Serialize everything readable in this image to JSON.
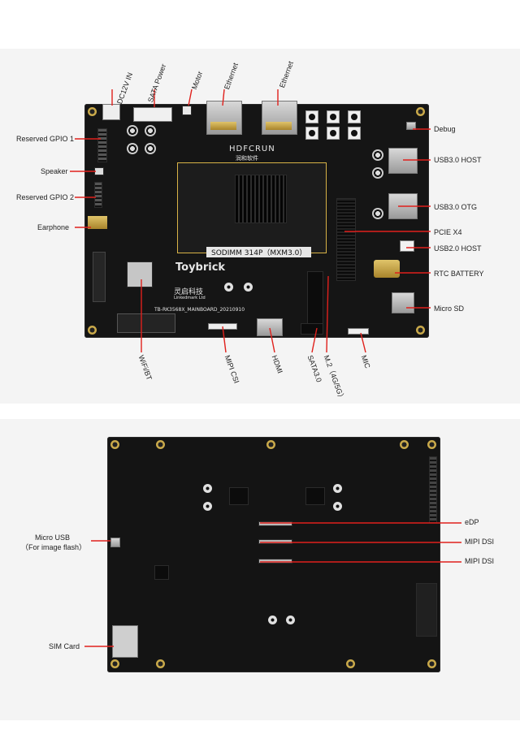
{
  "top_board": {
    "labels_left": [
      "Reserved GPIO 1",
      "Speaker",
      "Reserved GPIO 2",
      "Earphone"
    ],
    "labels_top": [
      "DC12V IN",
      "SATA Power",
      "Motor",
      "Ethernet",
      "Ethernet"
    ],
    "labels_right": [
      "Debug",
      "USB3.0 HOST",
      "USB3.0 OTG",
      "PCIE X4",
      "USB2.0 HOST",
      "RTC BATTERY",
      "Micro SD"
    ],
    "labels_bottom": [
      "WiFi/BT",
      "MIPI CSI",
      "HDMI",
      "SATA3.0",
      "M.2（4G/5G）",
      "MIC"
    ],
    "silkscreen": {
      "brand_logo": "HDFCRUN",
      "brand_cn": "润和软件",
      "sodimm": "SODIMM 314P（MXM3.0）",
      "toybrick": "Toybrick",
      "cn_brand": "灵启科技",
      "cn_brand_sub": "Linkedmark Ltd",
      "mainboard": "TB-RK3568X_MAINBOARD_20210910"
    }
  },
  "bottom_board": {
    "labels_left": [
      "Micro USB",
      "（For image flash）",
      "SIM Card"
    ],
    "labels_right": [
      "eDP",
      "MIPI DSI",
      "MIPI DSI"
    ]
  },
  "colors": {
    "board": "#151515",
    "leader": "#e0201c",
    "panel": "#f4f4f4"
  }
}
